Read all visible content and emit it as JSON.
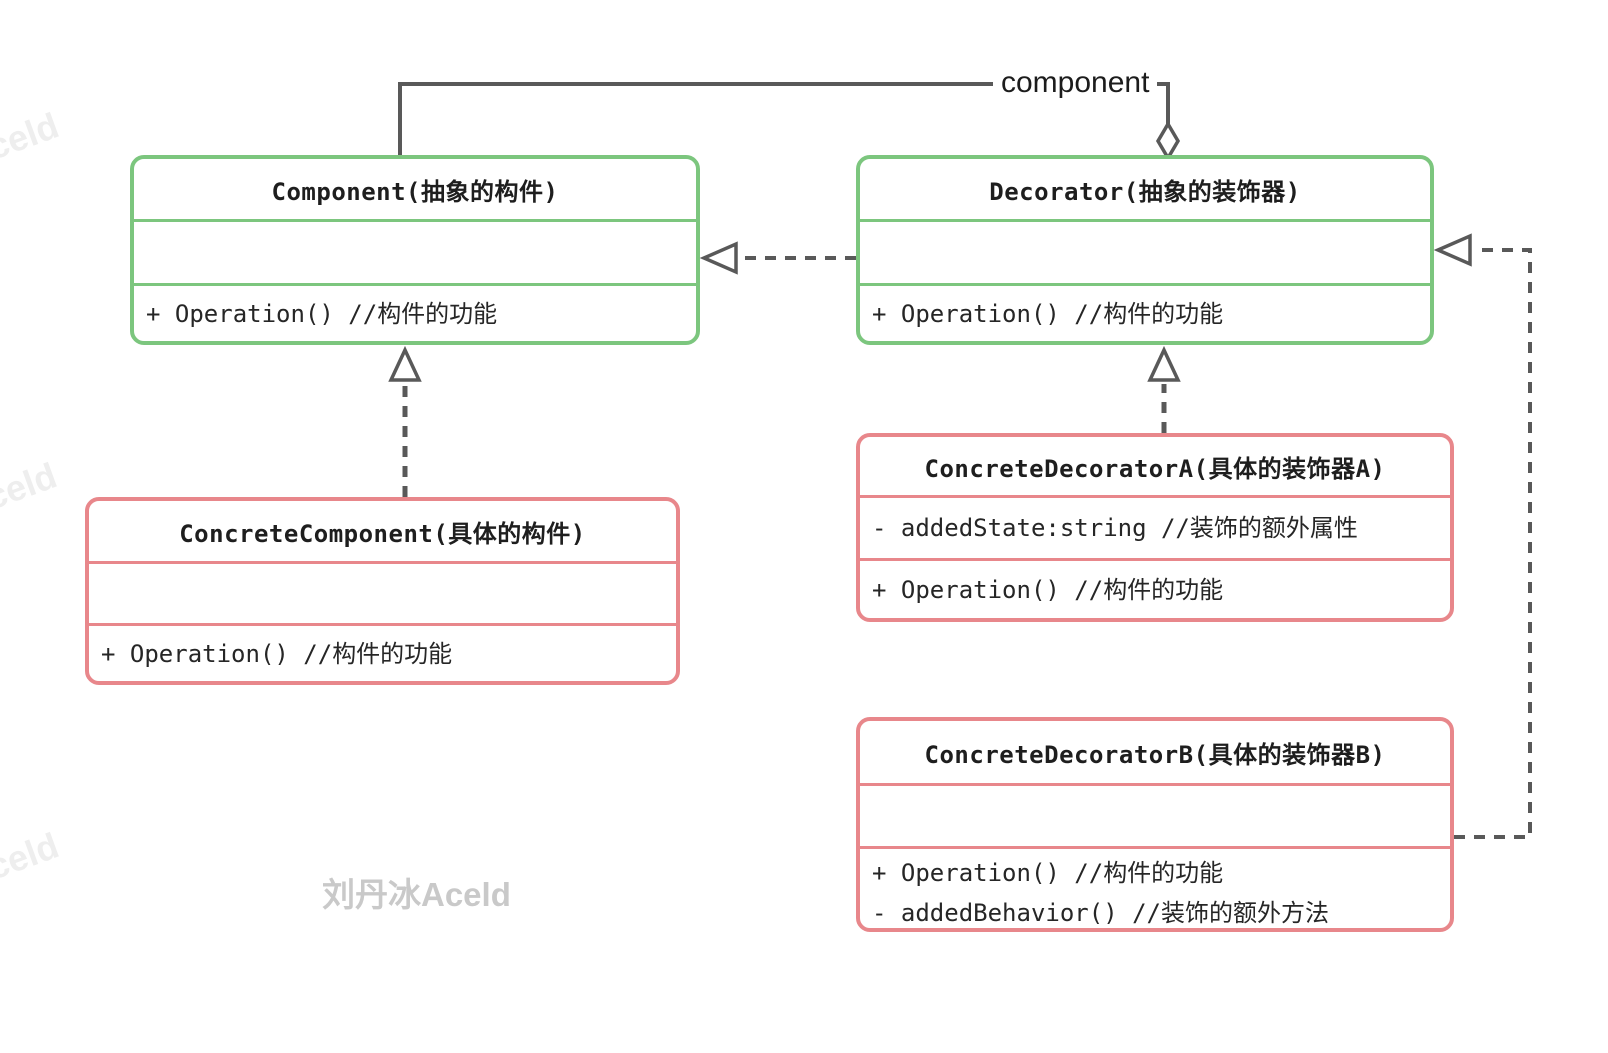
{
  "diagram": {
    "edge_label": "component",
    "watermarks": {
      "signature": "刘丹冰Aceld",
      "faint": "Aceld"
    },
    "colors": {
      "abstract_border": "#7cc67e",
      "concrete_border": "#e8878b",
      "connector_line": "#595959",
      "text": "#262626"
    },
    "classes": [
      {
        "name": "Component(抽象的构件)",
        "attributes": [],
        "methods": [
          "+ Operation() //构件的功能"
        ]
      },
      {
        "name": "Decorator(抽象的装饰器)",
        "attributes": [],
        "methods": [
          "+ Operation() //构件的功能"
        ]
      },
      {
        "name": "ConcreteComponent(具体的构件)",
        "attributes": [],
        "methods": [
          "+ Operation() //构件的功能"
        ]
      },
      {
        "name": "ConcreteDecoratorA(具体的装饰器A)",
        "attributes": [
          "- addedState:string //装饰的额外属性"
        ],
        "methods": [
          "+ Operation() //构件的功能"
        ]
      },
      {
        "name": "ConcreteDecoratorB(具体的装饰器B)",
        "attributes": [],
        "methods": [
          "+ Operation() //构件的功能",
          "- addedBehavior() //装饰的额外方法"
        ]
      }
    ]
  }
}
